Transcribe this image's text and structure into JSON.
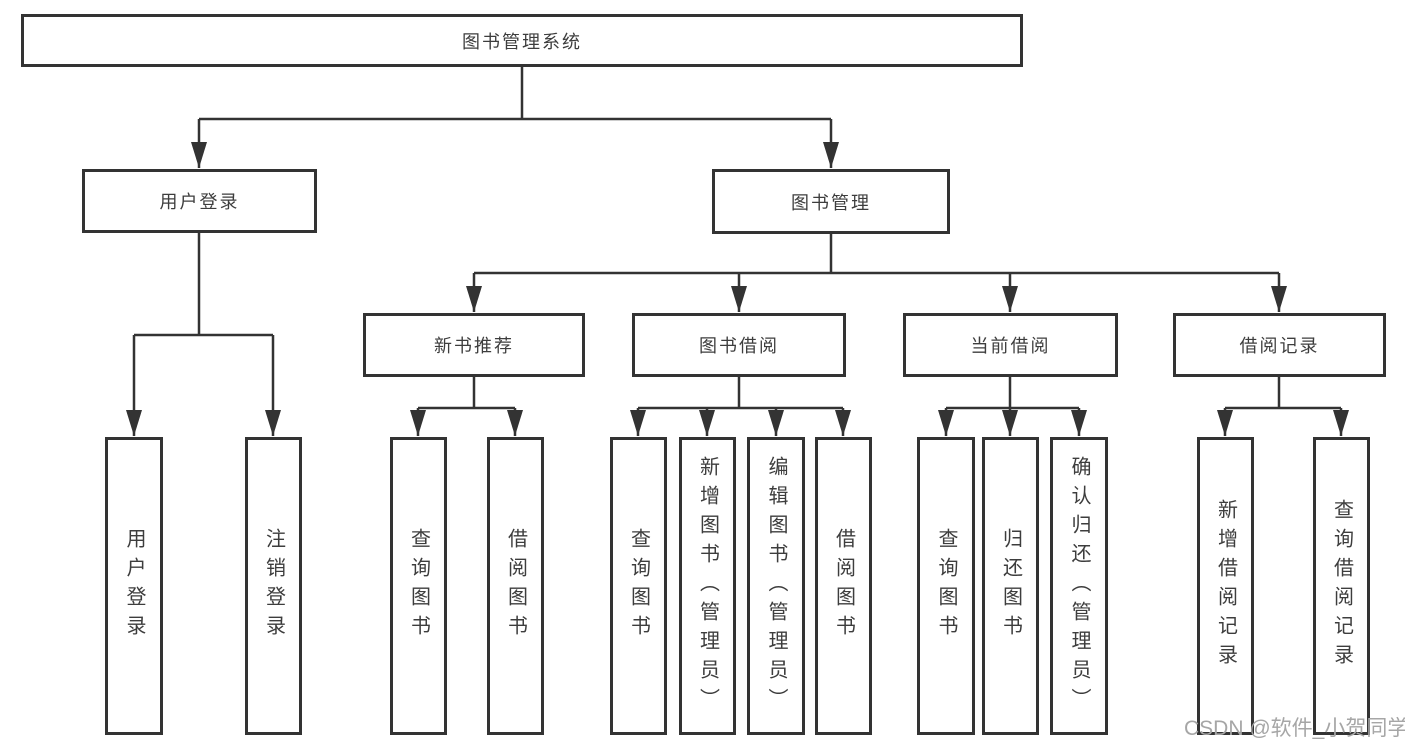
{
  "diagram": {
    "type": "tree-structure-chart",
    "title": "图书管理系统",
    "nodes": {
      "root": {
        "label": "图书管理系统"
      },
      "user_login": {
        "label": "用户登录"
      },
      "book_management": {
        "label": "图书管理"
      },
      "new_book_recommend": {
        "label": "新书推荐"
      },
      "book_borrow": {
        "label": "图书借阅"
      },
      "current_borrow": {
        "label": "当前借阅"
      },
      "borrow_records": {
        "label": "借阅记录"
      },
      "user_login_leaf": {
        "label": "用户登录"
      },
      "logout_leaf": {
        "label": "注销登录"
      },
      "nb_query_books": {
        "label": "查询图书"
      },
      "nb_borrow_books": {
        "label": "借阅图书"
      },
      "bb_query_books": {
        "label": "查询图书"
      },
      "bb_add_books": {
        "label": "新增图书（管理员）"
      },
      "bb_edit_books": {
        "label": "编辑图书（管理员）"
      },
      "bb_borrow_books": {
        "label": "借阅图书"
      },
      "cb_query_books": {
        "label": "查询图书"
      },
      "cb_return_books": {
        "label": "归还图书"
      },
      "cb_confirm_return": {
        "label": "确认归还（管理员）"
      },
      "br_add_record": {
        "label": "新增借阅记录"
      },
      "br_query_record": {
        "label": "查询借阅记录"
      }
    },
    "hierarchy": {
      "图书管理系统": [
        "用户登录",
        "图书管理"
      ],
      "用户登录": [
        "用户登录",
        "注销登录"
      ],
      "图书管理": [
        "新书推荐",
        "图书借阅",
        "当前借阅",
        "借阅记录"
      ],
      "新书推荐": [
        "查询图书",
        "借阅图书"
      ],
      "图书借阅": [
        "查询图书",
        "新增图书（管理员）",
        "编辑图书（管理员）",
        "借阅图书"
      ],
      "当前借阅": [
        "查询图书",
        "归还图书",
        "确认归还（管理员）"
      ],
      "借阅记录": [
        "新增借阅记录",
        "查询借阅记录"
      ]
    },
    "colors": {
      "line": "#333333",
      "box_border": "#333333",
      "text": "#3d3d3d",
      "background": "#ffffff",
      "watermark": "#a6a6a6"
    }
  },
  "watermark": {
    "text": "CSDN @软件_小贺同学"
  }
}
